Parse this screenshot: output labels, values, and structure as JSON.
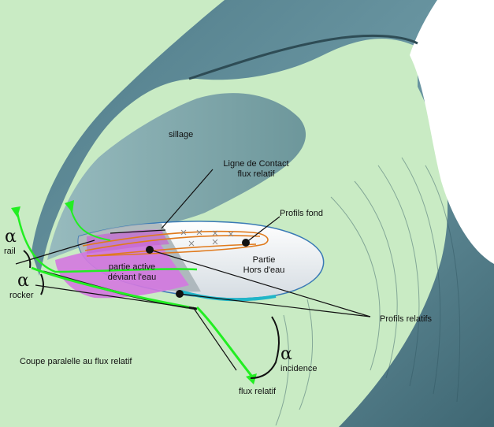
{
  "labels": {
    "sillage": "sillage",
    "ligne_contact": [
      "Ligne de Contact",
      "flux relatif"
    ],
    "profils_fond": "Profils fond",
    "partie_hors": [
      "Partie",
      "Hors d'eau"
    ],
    "partie_active": [
      "partie active",
      "déviant l'eau"
    ],
    "profils_relatifs": "Profils relatifs",
    "coupe": "Coupe paralelle au flux relatif",
    "flux_relatif": "flux relatif"
  },
  "angles": [
    {
      "symbol": "α",
      "name": "rail"
    },
    {
      "symbol": "α",
      "name": "rocker"
    },
    {
      "symbol": "α",
      "name": "incidence"
    }
  ],
  "colors": {
    "background": "#c9ebc4",
    "wave_dark": "#3e6470",
    "wave_mid": "#5f8d99",
    "wave_light": "#8fb5bf",
    "board": "#ffffff",
    "active_zone": "#d478e0",
    "profile_lines": "#e07a1c",
    "flow_arrows": "#22ee22"
  }
}
